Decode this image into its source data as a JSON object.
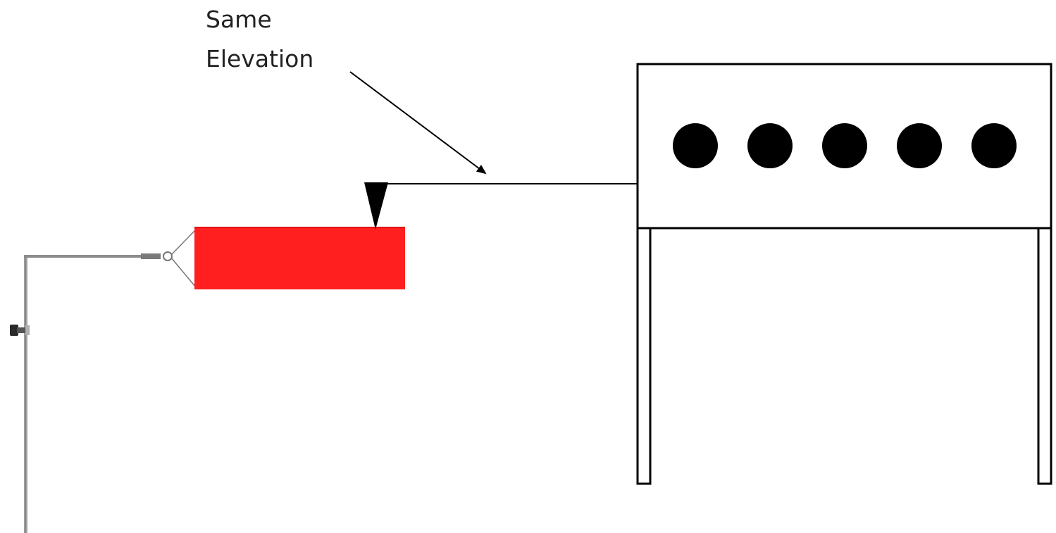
{
  "annotation": {
    "line1": "Same",
    "line2": "Elevation"
  },
  "colors": {
    "windsock": "#ff1f1f",
    "ink": "#000000",
    "pole": "#9a9a9a",
    "background": "#ffffff"
  },
  "icons": {
    "target_stand": "rect-with-five-circles",
    "windsock": "red-windsock-on-pole",
    "marker": "downward-triangle"
  },
  "target": {
    "circle_count": 5
  }
}
